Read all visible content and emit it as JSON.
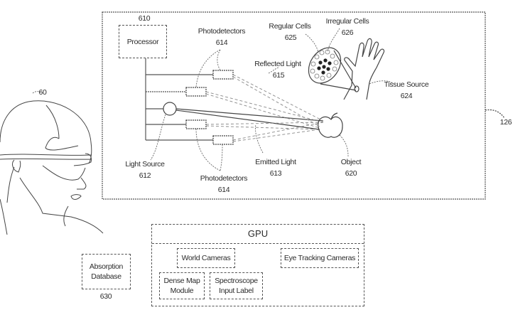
{
  "figure": {
    "headset_ref": "60",
    "system_ref": "126",
    "processor": {
      "ref": "610",
      "label": "Processor"
    },
    "photodetectors_top": {
      "label": "Photodetectors",
      "ref": "614"
    },
    "photodetectors_bottom": {
      "label": "Photodetectors",
      "ref": "614"
    },
    "light_source": {
      "label": "Light Source",
      "ref": "612"
    },
    "emitted_light": {
      "label": "Emitted Light",
      "ref": "613"
    },
    "reflected_light": {
      "label": "Reflected Light",
      "ref": "615"
    },
    "object": {
      "label": "Object",
      "ref": "620"
    },
    "regular_cells": {
      "label": "Regular Cells",
      "ref": "625"
    },
    "irregular_cells": {
      "label": "Irregular Cells",
      "ref": "626"
    },
    "tissue_source": {
      "label": "Tissue Source",
      "ref": "624"
    }
  },
  "absorption_database": {
    "line1": "Absorption",
    "line2": "Database",
    "ref": "630"
  },
  "gpu": {
    "title": "GPU",
    "modules": {
      "world_cameras": "World Cameras",
      "eye_tracking_cameras": "Eye Tracking Cameras",
      "dense_map_line1": "Dense Map",
      "dense_map_line2": "Module",
      "spectroscope_line1": "Spectroscope",
      "spectroscope_line2": "Input Label"
    }
  }
}
